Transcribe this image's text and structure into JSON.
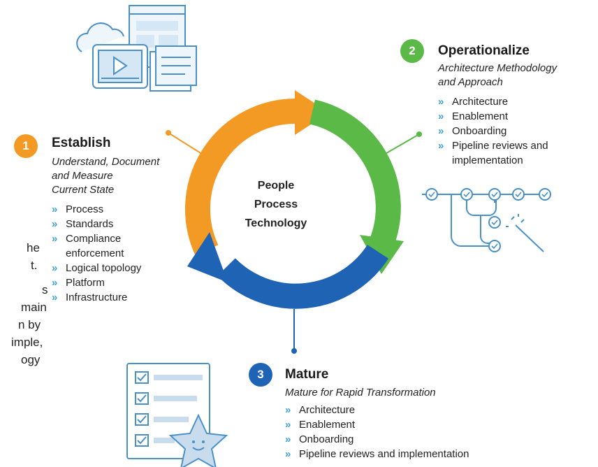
{
  "center": [
    "People",
    "Process",
    "Technology"
  ],
  "left_fragment": [
    "he",
    "t.",
    "s",
    "main",
    "",
    "n by",
    "imple,",
    "ogy"
  ],
  "colors": {
    "orange": "#F39A24",
    "green": "#5BB947",
    "blue": "#1F63B5",
    "bullet": "#3AA0D8"
  },
  "establish": {
    "number": "1",
    "title": "Establish",
    "subtitle": [
      "Understand, Document",
      "and Measure",
      "Current State"
    ],
    "items": [
      "Process",
      "Standards",
      "Compliance",
      "enforcement",
      "Logical topology",
      "Platform",
      "Infrastructure"
    ]
  },
  "operationalize": {
    "number": "2",
    "title": "Operationalize",
    "subtitle": [
      "Architecture Methodology",
      "and Approach"
    ],
    "items": [
      "Architecture",
      "Enablement",
      "Onboarding",
      "Pipeline reviews and",
      "implementation"
    ]
  },
  "mature": {
    "number": "3",
    "title": "Mature",
    "subtitle": [
      "Mature for Rapid Transformation"
    ],
    "items": [
      "Architecture",
      "Enablement",
      "Onboarding",
      "Pipeline reviews and implementation"
    ]
  },
  "bullet_mark": "»",
  "icons": [
    "cloud-devices-icon",
    "pipeline-workflow-icon",
    "checklist-star-icon"
  ]
}
